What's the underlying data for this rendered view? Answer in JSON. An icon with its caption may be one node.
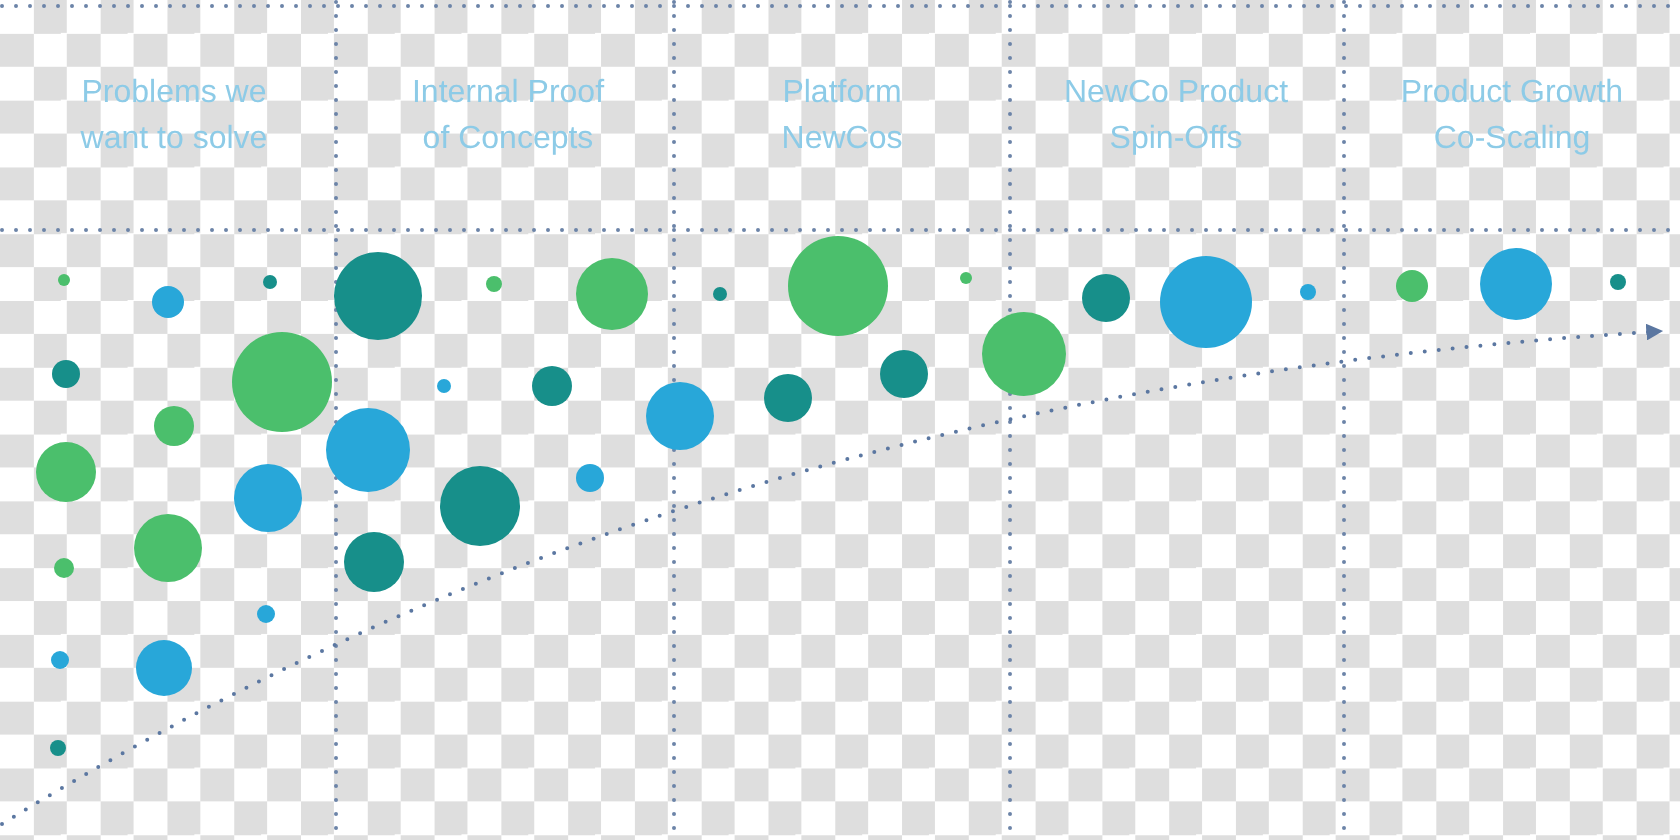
{
  "diagram": {
    "labels": [
      "Problems we want to solve",
      "Internal Proof of Concepts",
      "Platform NewCos",
      "NewCo Product Spin-Offs",
      "Product Growth Co-Scaling"
    ]
  }
}
